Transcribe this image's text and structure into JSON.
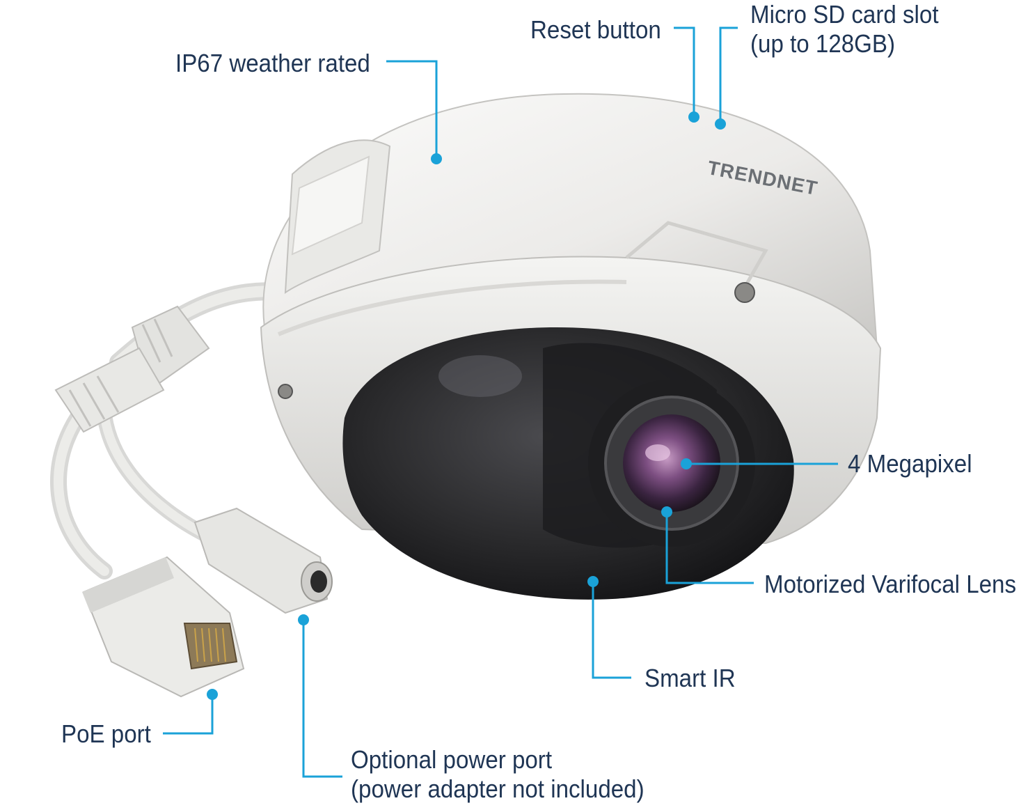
{
  "brand": {
    "logo_text": "TRENDNET"
  },
  "colors": {
    "callout": "#1aa2d8",
    "label_text": "#1f3554",
    "housing": "#eeeeec",
    "dome": "#232325"
  },
  "callouts": {
    "ip67": "IP67 weather rated",
    "reset": "Reset button",
    "sd_line1": "Micro SD card slot",
    "sd_line2": "(up to 128GB)",
    "megapixel": "4 Megapixel",
    "lens": "Motorized Varifocal Lens",
    "smart_ir": "Smart IR",
    "poe": "PoE port",
    "power_line1": "Optional power port",
    "power_line2": "(power adapter not included)"
  }
}
